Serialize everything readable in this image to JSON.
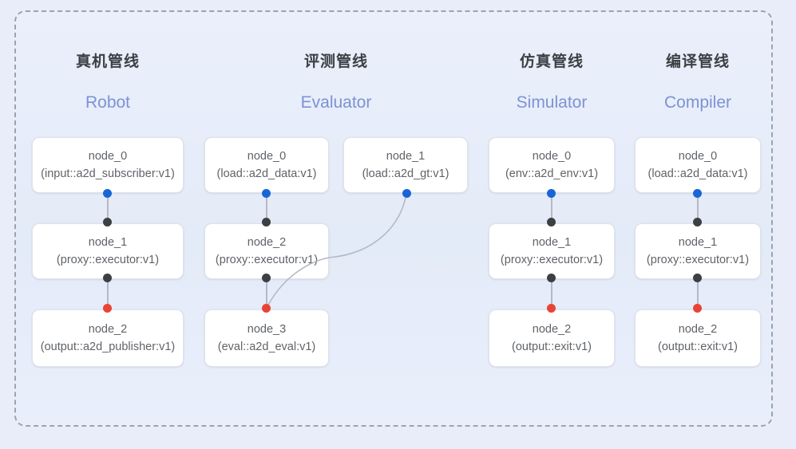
{
  "diagram": {
    "frame_label": "pipeline-group-frame",
    "background_color": "#e8edf9",
    "frame_border_color": "#9aa3b4",
    "accent_color": "#7c93d4",
    "port_colors": {
      "output_blue": "#1a65d6",
      "output_red": "#ea4335",
      "input_dark": "#3c4043"
    }
  },
  "columns": [
    {
      "title_cn": "真机管线",
      "title_en": "Robot",
      "nodes": [
        {
          "name": "node_0",
          "spec": "(input::a2d_subscriber:v1)"
        },
        {
          "name": "node_1",
          "spec": "(proxy::executor:v1)"
        },
        {
          "name": "node_2",
          "spec": "(output::a2d_publisher:v1)"
        }
      ]
    },
    {
      "title_cn": "评测管线",
      "title_en": "Evaluator",
      "nodes": [
        {
          "name": "node_0",
          "spec": "(load::a2d_data:v1)"
        },
        {
          "name": "node_1",
          "spec": "(load::a2d_gt:v1)"
        },
        {
          "name": "node_2",
          "spec": "(proxy::executor:v1)"
        },
        {
          "name": "node_3",
          "spec": "(eval::a2d_eval:v1)"
        }
      ]
    },
    {
      "title_cn": "仿真管线",
      "title_en": "Simulator",
      "nodes": [
        {
          "name": "node_0",
          "spec": "(env::a2d_env:v1)"
        },
        {
          "name": "node_1",
          "spec": "(proxy::executor:v1)"
        },
        {
          "name": "node_2",
          "spec": "(output::exit:v1)"
        }
      ]
    },
    {
      "title_cn": "编译管线",
      "title_en": "Compiler",
      "nodes": [
        {
          "name": "node_0",
          "spec": "(load::a2d_data:v1)"
        },
        {
          "name": "node_1",
          "spec": "(proxy::executor:v1)"
        },
        {
          "name": "node_2",
          "spec": "(output::exit:v1)"
        }
      ]
    }
  ]
}
